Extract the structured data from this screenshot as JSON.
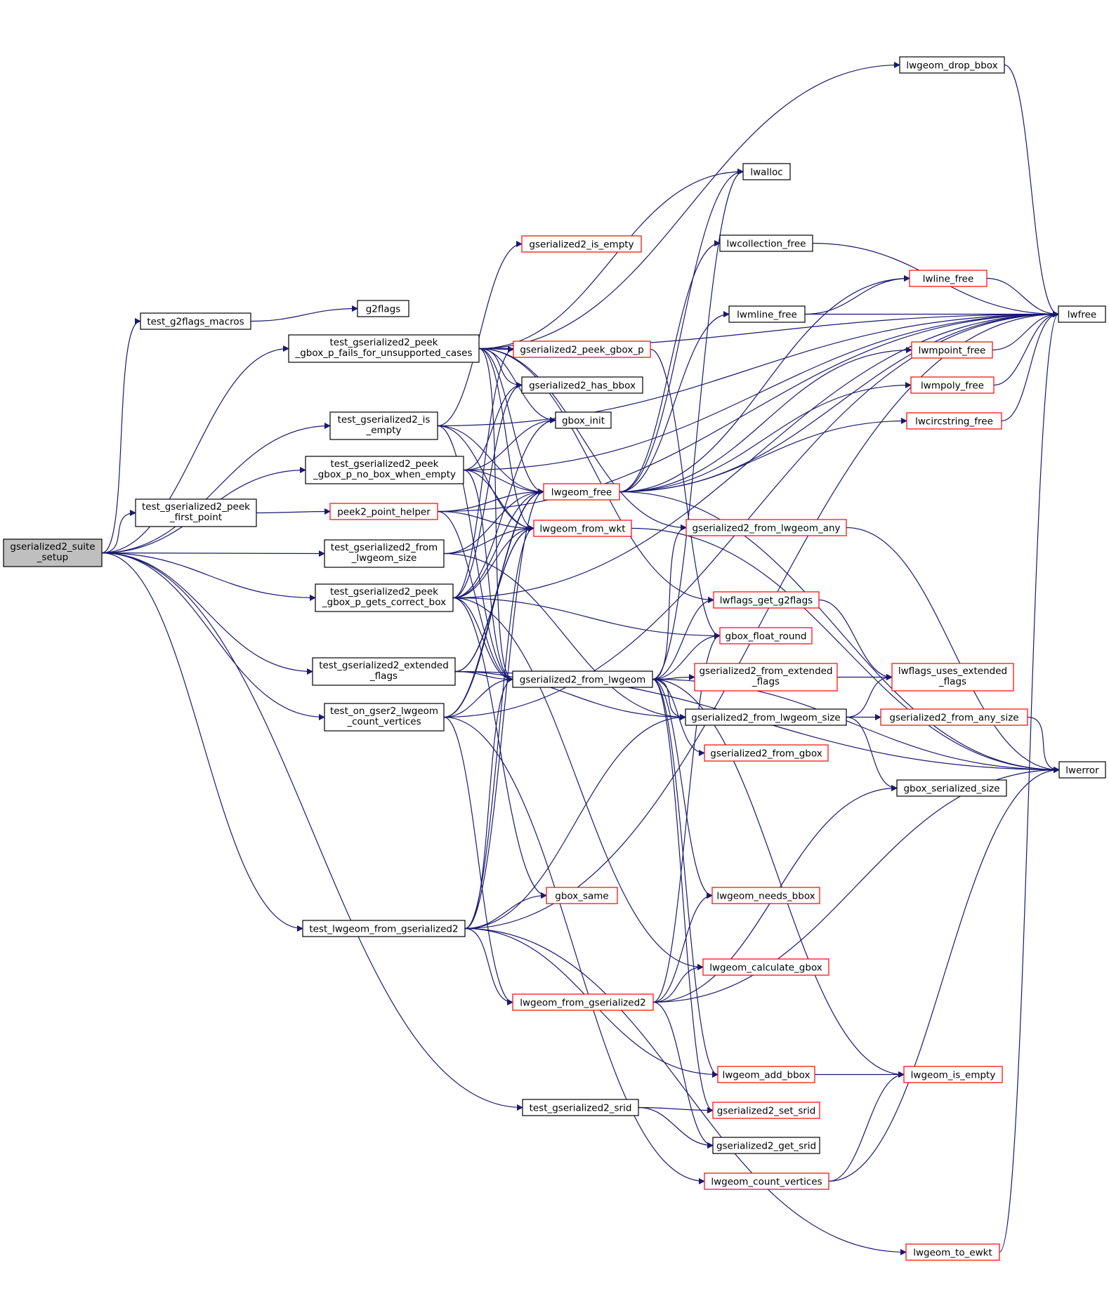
{
  "colors": {
    "edge": "#191970",
    "node_border_normal": "#000000",
    "node_border_truncated": "#ff0000",
    "root_fill": "#bfbfbf",
    "node_fill": "#ffffff"
  },
  "nodes": {
    "root": [
      "gserialized2_suite",
      "_setup"
    ],
    "test_g2flags_macros": [
      "test_g2flags_macros"
    ],
    "g2flags": [
      "g2flags"
    ],
    "peek_unsupported": [
      "test_gserialized2_peek",
      "_gbox_p_fails_for_unsupported_cases"
    ],
    "test_is_empty": [
      "test_gserialized2_is",
      "_empty"
    ],
    "peek_no_box": [
      "test_gserialized2_peek",
      "_gbox_p_no_box_when_empty"
    ],
    "peek_first_point": [
      "test_gserialized2_peek",
      "_first_point"
    ],
    "peek2_point_helper": [
      "peek2_point_helper"
    ],
    "from_lwgeom_size_test": [
      "test_gserialized2_from",
      "_lwgeom_size"
    ],
    "peek_correct_box": [
      "test_gserialized2_peek",
      "_gbox_p_gets_correct_box"
    ],
    "extended_flags_test": [
      "test_gserialized2_extended",
      "_flags"
    ],
    "count_vertices_test": [
      "test_on_gser2_lwgeom",
      "_count_vertices"
    ],
    "lwgeom_from_gserialized2_test": [
      "test_lwgeom_from_gserialized2"
    ],
    "srid_test": [
      "test_gserialized2_srid"
    ],
    "gserialized2_is_empty": [
      "gserialized2_is_empty"
    ],
    "gserialized2_peek_gbox_p": [
      "gserialized2_peek_gbox_p"
    ],
    "gserialized2_has_bbox": [
      "gserialized2_has_bbox"
    ],
    "gbox_init": [
      "gbox_init"
    ],
    "lwgeom_free": [
      "lwgeom_free"
    ],
    "lwgeom_from_wkt": [
      "lwgeom_from_wkt"
    ],
    "gserialized2_from_lwgeom": [
      "gserialized2_from_lwgeom"
    ],
    "gbox_same": [
      "gbox_same"
    ],
    "lwgeom_from_gserialized2": [
      "lwgeom_from_gserialized2"
    ],
    "lwgeom_drop_bbox": [
      "lwgeom_drop_bbox"
    ],
    "lwalloc": [
      "lwalloc"
    ],
    "lwcollection_free": [
      "lwcollection_free"
    ],
    "lwmline_free": [
      "lwmline_free"
    ],
    "gserialized2_from_lwgeom_any": [
      "gserialized2_from_lwgeom_any"
    ],
    "lwflags_get_g2flags": [
      "lwflags_get_g2flags"
    ],
    "gbox_float_round": [
      "gbox_float_round"
    ],
    "gserialized2_from_extended_flags": [
      "gserialized2_from_extended",
      "_flags"
    ],
    "gserialized2_from_lwgeom_size": [
      "gserialized2_from_lwgeom_size"
    ],
    "gserialized2_from_gbox": [
      "gserialized2_from_gbox"
    ],
    "lwgeom_needs_bbox": [
      "lwgeom_needs_bbox"
    ],
    "lwgeom_calculate_gbox": [
      "lwgeom_calculate_gbox"
    ],
    "lwgeom_add_bbox": [
      "lwgeom_add_bbox"
    ],
    "gserialized2_set_srid": [
      "gserialized2_set_srid"
    ],
    "gserialized2_get_srid": [
      "gserialized2_get_srid"
    ],
    "lwgeom_count_vertices": [
      "lwgeom_count_vertices"
    ],
    "lwline_free": [
      "lwline_free"
    ],
    "lwmpoint_free": [
      "lwmpoint_free"
    ],
    "lwmpoly_free": [
      "lwmpoly_free"
    ],
    "lwcircstring_free": [
      "lwcircstring_free"
    ],
    "lwflags_uses_extended_flags": [
      "lwflags_uses_extended",
      "_flags"
    ],
    "gserialized2_from_any_size": [
      "gserialized2_from_any_size"
    ],
    "gbox_serialized_size": [
      "gbox_serialized_size"
    ],
    "lwgeom_is_empty": [
      "lwgeom_is_empty"
    ],
    "lwgeom_to_ewkt": [
      "lwgeom_to_ewkt"
    ],
    "lwfree": [
      "lwfree"
    ],
    "lwerror": [
      "lwerror"
    ]
  }
}
